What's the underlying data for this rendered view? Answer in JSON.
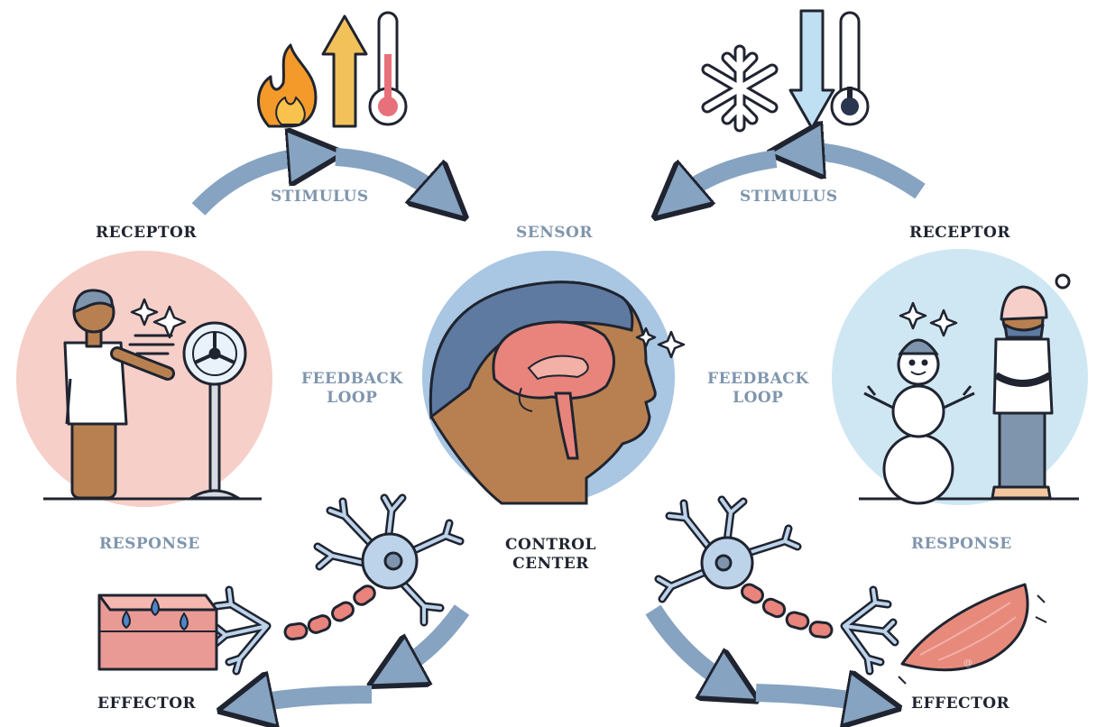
{
  "labels": {
    "stimulus_left": "STIMULUS",
    "stimulus_right": "STIMULUS",
    "receptor_left": "RECEPTOR",
    "receptor_right": "RECEPTOR",
    "sensor": "SENSOR",
    "feedback_loop_left": "FEEDBACK\nLOOP",
    "feedback_loop_right": "FEEDBACK\nLOOP",
    "response_left": "RESPONSE",
    "response_right": "RESPONSE",
    "control_center": "CONTROL\nCENTER",
    "effector_left": "EFFECTOR",
    "effector_right": "EFFECTOR"
  },
  "colors": {
    "arrow": "#86a3c1",
    "outline": "#1f2430",
    "dark_label": "#1f2430",
    "light_label": "#7f95ad",
    "hot_circle": "#f6cfc8",
    "brain_circle": "#a9c6e3",
    "cold_circle": "#cfe7f3",
    "flame": "#f39a2b",
    "hot_arrow": "#f2c15a",
    "cold_arrow": "#bfe0f2",
    "brain": "#e8847c",
    "skin": "#b88050",
    "muscle": "#e78a7c",
    "neuron": "#bcd3ea"
  },
  "icons": [
    "flame-icon",
    "up-arrow-icon",
    "hot-thermometer-icon",
    "snowflake-icon",
    "down-arrow-icon",
    "cold-thermometer-icon",
    "sparkle-icon",
    "neuron-icon",
    "sweat-skin-icon",
    "muscle-icon",
    "fan-icon",
    "snowman-icon"
  ]
}
